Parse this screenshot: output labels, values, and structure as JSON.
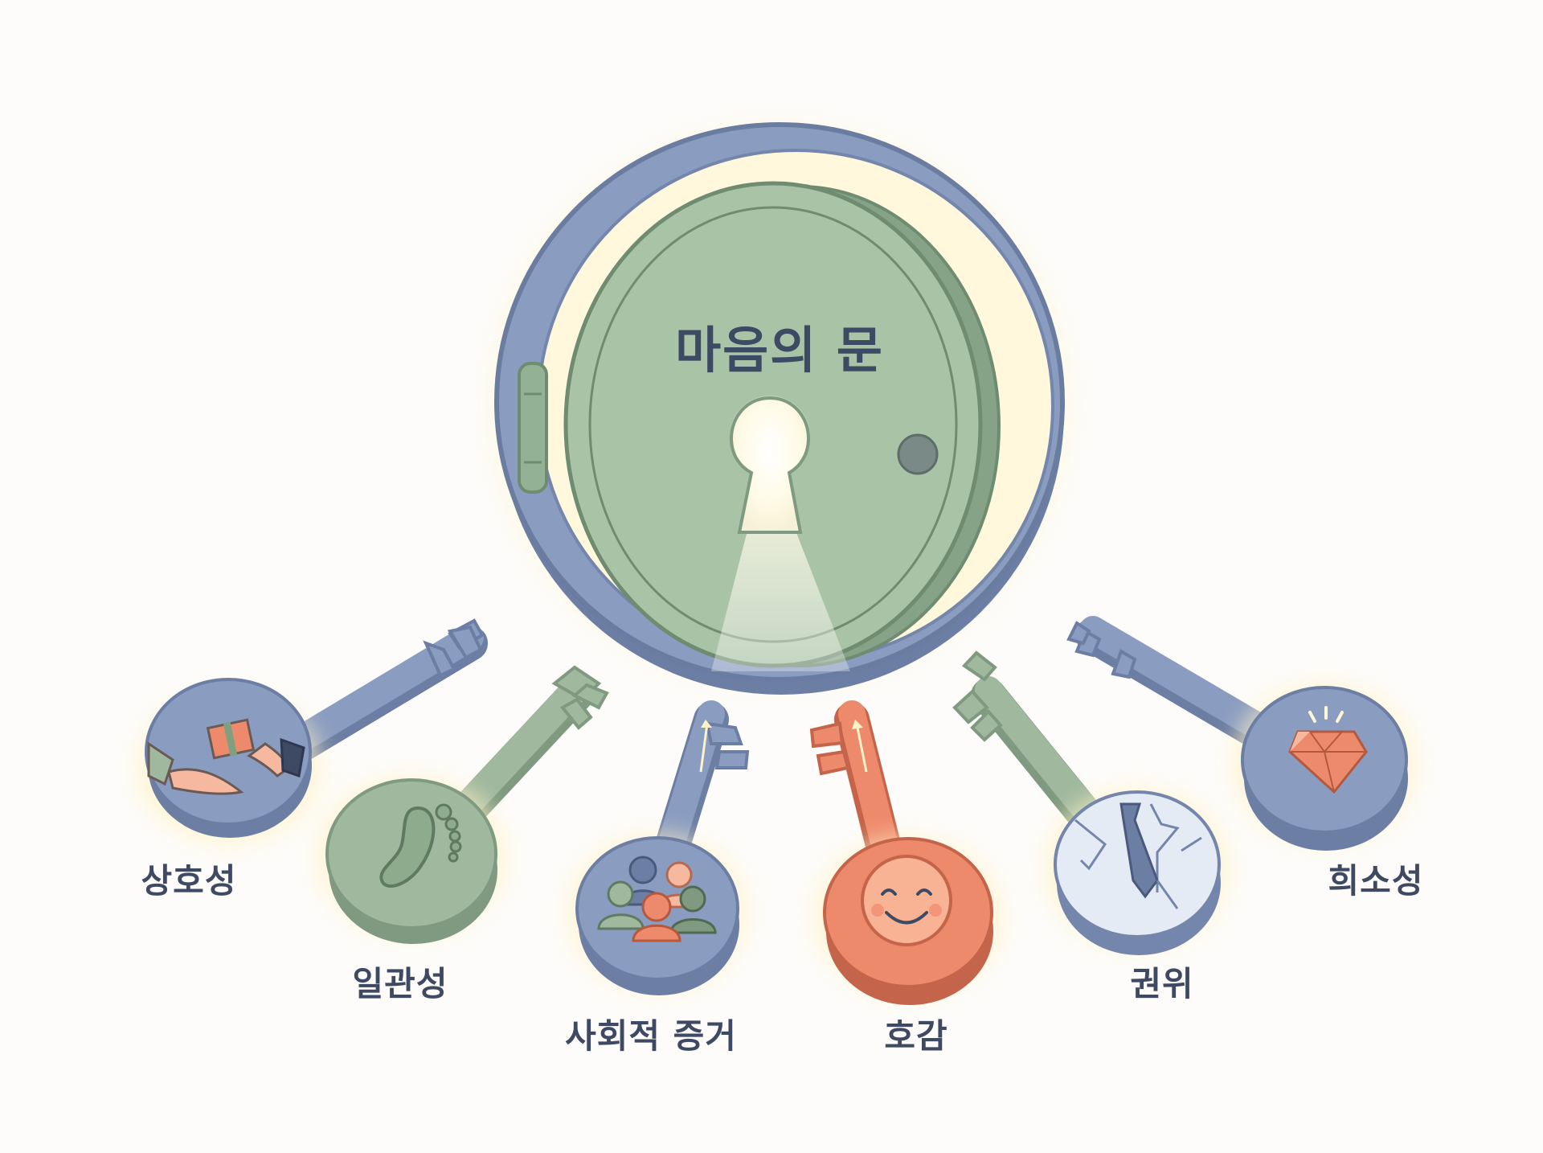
{
  "door": {
    "title": "마음의 문"
  },
  "keys": [
    {
      "label": "상호성",
      "icon": "gift-exchange-icon",
      "color": "#8a9cc0"
    },
    {
      "label": "일관성",
      "icon": "footprint-icon",
      "color": "#9fb89e"
    },
    {
      "label": "사회적 증거",
      "icon": "crowd-icon",
      "color": "#8a9cc0"
    },
    {
      "label": "호감",
      "icon": "smiley-face-icon",
      "color": "#ee8a6c"
    },
    {
      "label": "권위",
      "icon": "suit-tie-icon",
      "color": "#9fb89e"
    },
    {
      "label": "희소성",
      "icon": "gem-icon",
      "color": "#8a9cc0"
    }
  ],
  "colors": {
    "frame": "#8a9cc0",
    "frame_dark": "#6c7ea3",
    "door": "#a9c3a6",
    "door_dark": "#86a387",
    "accent": "#ee8a6c",
    "text": "#3e4a63",
    "glow": "#fff6d6"
  }
}
